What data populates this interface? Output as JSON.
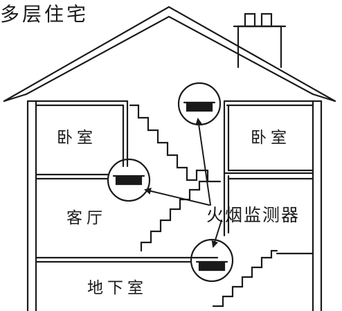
{
  "title": "多层住宅",
  "rooms": {
    "bedroom_left": "卧室",
    "bedroom_right": "卧室",
    "living_room": "客厅",
    "basement": "地下室"
  },
  "callout_label": "火烟监测器",
  "detector_count": 3,
  "colors": {
    "ink": "#1a1a1a",
    "background": "#ffffff"
  }
}
